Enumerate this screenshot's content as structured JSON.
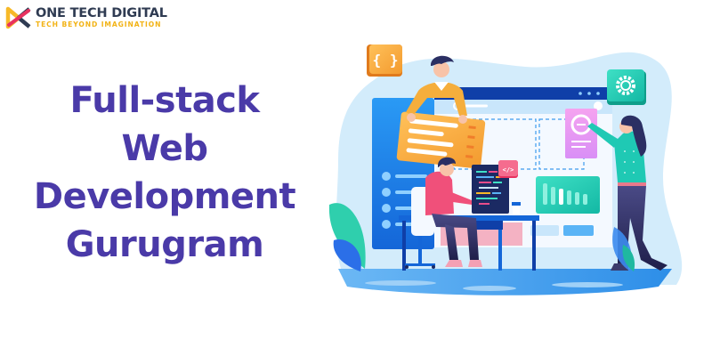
{
  "brand": {
    "name": "ONE TECH DIGITAL",
    "tagline": "TECH BEYOND IMAGINATION",
    "colors": {
      "name": "#2f3b52",
      "tagline": "#f2b316",
      "logo_yellow": "#f7b928",
      "logo_pink": "#e8325f",
      "logo_navy": "#2f3b52"
    }
  },
  "headline": {
    "lines": [
      "Full-stack",
      "Web",
      "Development",
      "Gurugram"
    ],
    "color": "#4a3aa8"
  },
  "illustration": {
    "description": "Web development team illustration",
    "badges": {
      "code_braces": "{ }",
      "html_tag": "</>",
      "settings": "gear-icon"
    },
    "colors": {
      "blob": "#d3ecfb",
      "primary_blue": "#1e88f0",
      "navy": "#0f3fa8",
      "orange": "#f7a93b",
      "teal": "#1fc9b4",
      "pink": "#e87ad6",
      "floor": "#3ea0ee"
    }
  }
}
